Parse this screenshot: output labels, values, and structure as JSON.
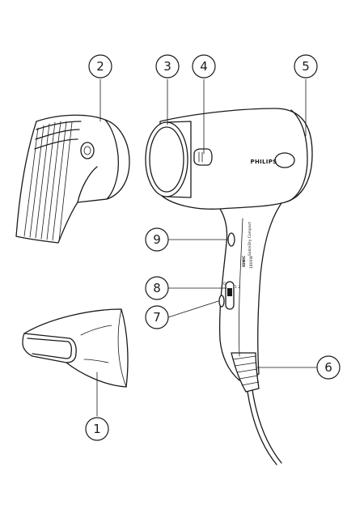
{
  "brand_label": "PHILIPS",
  "handle_labels": {
    "model": "SalonDry Compact",
    "ionic": "IONIC",
    "power": "1800W"
  },
  "switch_labels": {
    "off": "O",
    "speed": "1 2"
  },
  "callouts": [
    "1",
    "2",
    "3",
    "4",
    "5",
    "6",
    "7",
    "8",
    "9"
  ]
}
